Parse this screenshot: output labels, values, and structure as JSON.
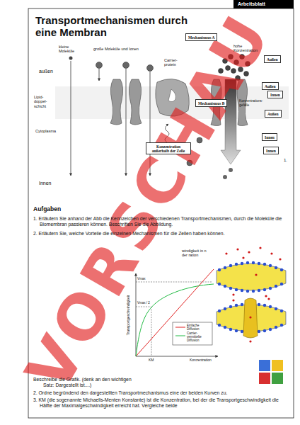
{
  "diagram": {
    "title": "Transportmechanismen durch eine Membran",
    "nodes": [
      {
        "text": [
          "Arbeitsblatt"
        ]
      },
      {
        "text": [
          "Mechanismus A"
        ]
      },
      {
        "text": [
          "Außen"
        ]
      },
      {
        "text": [
          "Außen"
        ]
      },
      {
        "text": [
          "Innen"
        ]
      },
      {
        "text": [
          "Mechanismus B"
        ]
      },
      {
        "text": [
          "Außen"
        ]
      },
      {
        "text": [
          "Innen"
        ]
      },
      {
        "text": [
          "Innen"
        ]
      },
      {
        "text": [
          "Konzentration außerhalb der Zelle"
        ]
      }
    ],
    "labels": [
      "kleine Moleküle",
      "große Moleküle und Ionen",
      "Carrier- protein",
      "hohe Konzentration",
      "außen",
      "Lipid- doppel- schicht",
      "Cytoplasma",
      "Konzentrations- gefälle",
      "Innen",
      "1.",
      "Aufgaben",
      "1. Erläutern Sie anhand der Abb die Kennzeichen der verschiedenen Transportmechanismen, durch die Moleküle die Biomembran passieren können. Beschriften Sie die Abbildung.",
      "2. Erläutern Sie, welche Vorteile die einzelnen Mechanismen für die Zellen haben können.",
      "windigkeit in n der ration",
      "Transportgeschwindigkeit",
      "Vmax",
      "Vmax / 2",
      "KM",
      "Konzentration",
      "Beschreibe die Grafik. (denk an den wichtigen Satz: Dargestellt ist....)",
      "2. Ordne begründend den dargestellten Transportmechanismus eine der beiden Kurven zu.",
      "3. KM (die sogenannte Michaelis-Menten Konstante) ist die Konzentration, bei der die Transportgeschwindigkeit die Hälfte der Maximalgeschwindigkeit erreicht hat. Vergleiche beide",
      "VORSCHAU"
    ],
    "legend": [
      {
        "text": "Einfache Diffusion"
      },
      {
        "text": "Carrier-vermittelte Diffusion"
      }
    ]
  }
}
